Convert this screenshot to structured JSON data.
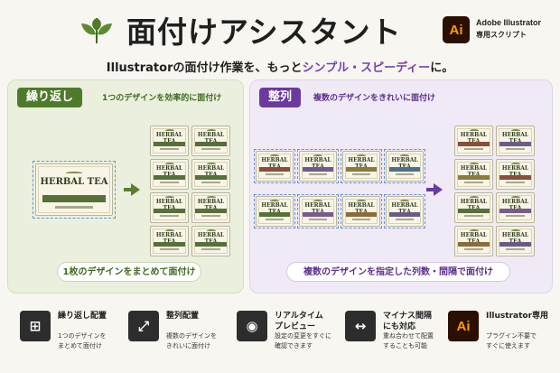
{
  "header": {
    "title": "面付けアシスタント",
    "app_badge": "Ai",
    "app_name": "Adobe Illustrator",
    "app_sub": "専用スクリプト",
    "logo_icon": "herb-leaf-icon"
  },
  "tagline": {
    "prefix": "Illustratorの面付け作業を、もっと",
    "highlight": "シンプル・スピーディー",
    "suffix": "に。"
  },
  "panels": {
    "repeat": {
      "badge": "繰り返し",
      "desc": "1つのデザインを効率的に面付け",
      "caption": "1枚のデザインをまとめて面付け"
    },
    "align": {
      "badge": "整列",
      "desc": "複数のデザインをきれいに面付け",
      "caption": "複数のデザインを指定した列数・間隔で面付け"
    },
    "card_title": "HERBAL TEA"
  },
  "features": [
    {
      "icon": "grid-icon",
      "glyph": "⊞",
      "title1": "繰り返し配置",
      "title2": "",
      "text1": "1つのデザインを",
      "text2": "まとめて面付け"
    },
    {
      "icon": "arrange-icon",
      "glyph": "⤢",
      "title1": "整列配置",
      "title2": "",
      "text1": "複数のデザインを",
      "text2": "きれいに面付け"
    },
    {
      "icon": "eye-icon",
      "glyph": "◉",
      "title1": "リアルタイム",
      "title2": "プレビュー",
      "text1": "設定の変更をすぐに",
      "text2": "確認できます"
    },
    {
      "icon": "negative-spacing-icon",
      "glyph": "↔",
      "title1": "マイナス間隔",
      "title2": "にも対応",
      "text1": "重ね合わせて配置",
      "text2": "することも可能"
    },
    {
      "icon": "illustrator-icon",
      "glyph": "Ai",
      "title1": "Illustrator専用",
      "title2": "",
      "text1": "プラグイン不要で",
      "text2": "すぐに使えます"
    }
  ],
  "colors": {
    "green": "#4f7a2a",
    "purple": "#6b3aa0",
    "ai_orange": "#ff9a00"
  }
}
